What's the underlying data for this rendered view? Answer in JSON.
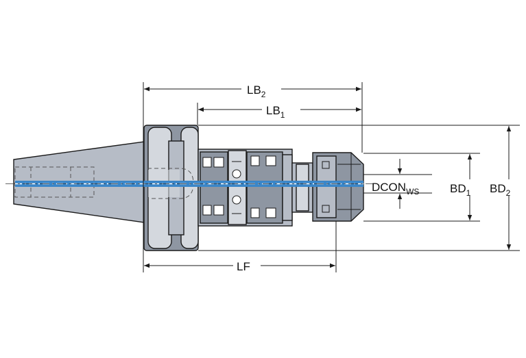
{
  "diagram": {
    "labels": {
      "lb2": {
        "main": "LB",
        "sub": "2"
      },
      "lb1": {
        "main": "LB",
        "sub": "1"
      },
      "lf": {
        "main": "LF"
      },
      "dcon": {
        "main": "DCON",
        "sub": "WS"
      },
      "bd1": {
        "main": "BD",
        "sub": "1"
      },
      "bd2": {
        "main": "BD",
        "sub": "2"
      }
    },
    "colors": {
      "body": "#b6bcc6",
      "body_dark": "#8e96a2",
      "body_light": "#d4d8de",
      "line": "#1a1a1a",
      "coolant": "#3a86c8",
      "background": "#ffffff"
    }
  }
}
